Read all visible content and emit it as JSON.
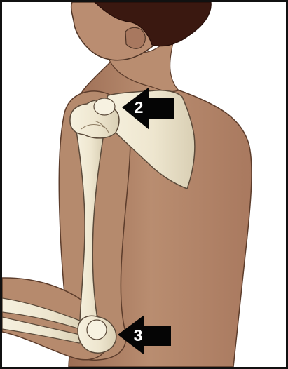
{
  "figure": {
    "subject": "shoulder-and-elbow-bone-diagram",
    "colors": {
      "skin": "#b78a6d",
      "skin_shadow": "#a47a5e",
      "hair": "#3a1810",
      "bone": "#efe9d4",
      "bone_shadow": "#d9d0b7",
      "arrow": "#050505",
      "outline": "#4e3426"
    }
  },
  "markers": [
    {
      "id": "marker-2",
      "label": "2",
      "icon": "arrow-left-icon"
    },
    {
      "id": "marker-3",
      "label": "3",
      "icon": "arrow-left-icon"
    }
  ]
}
